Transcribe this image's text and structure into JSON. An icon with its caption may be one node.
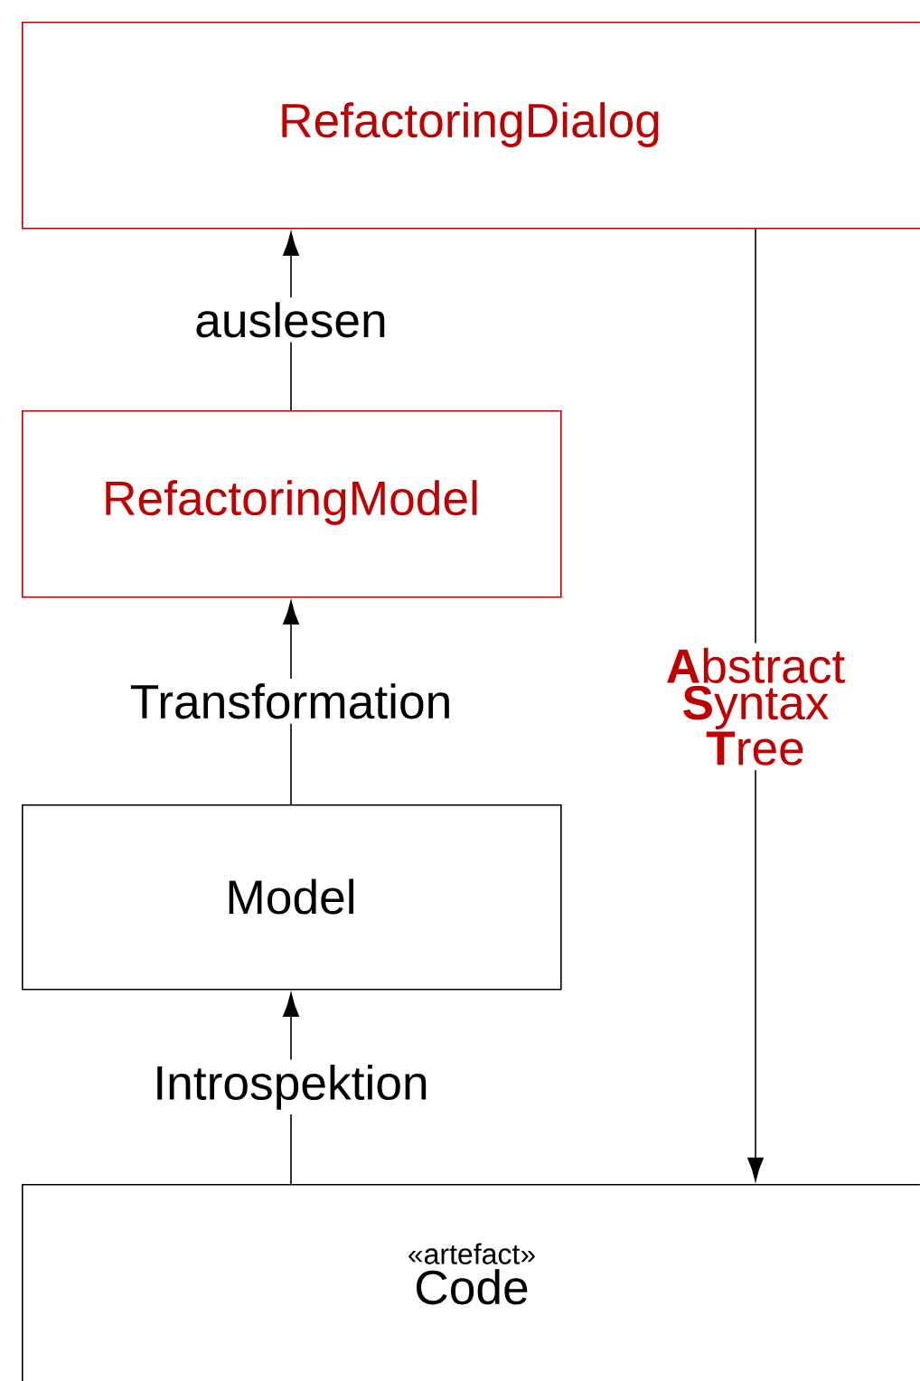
{
  "diagram": {
    "nodes": [
      {
        "text": [
          "RefactoringDialog"
        ]
      },
      {
        "text": [
          "RefactoringModel"
        ]
      },
      {
        "text": [
          "Model"
        ]
      },
      {
        "text": [
          "«artefact»",
          "Code"
        ]
      }
    ],
    "edges": [
      {
        "from": 1,
        "to": 0,
        "arrow": "to",
        "label": "auslesen"
      },
      {
        "from": 2,
        "to": 1,
        "arrow": "to",
        "label": "Transformation"
      },
      {
        "from": 3,
        "to": 2,
        "arrow": "to",
        "label": "Introspektion"
      },
      {
        "from": 0,
        "to": 3,
        "arrow": "to",
        "label": "**A**bstract **S**yntax **T**ree"
      }
    ]
  }
}
